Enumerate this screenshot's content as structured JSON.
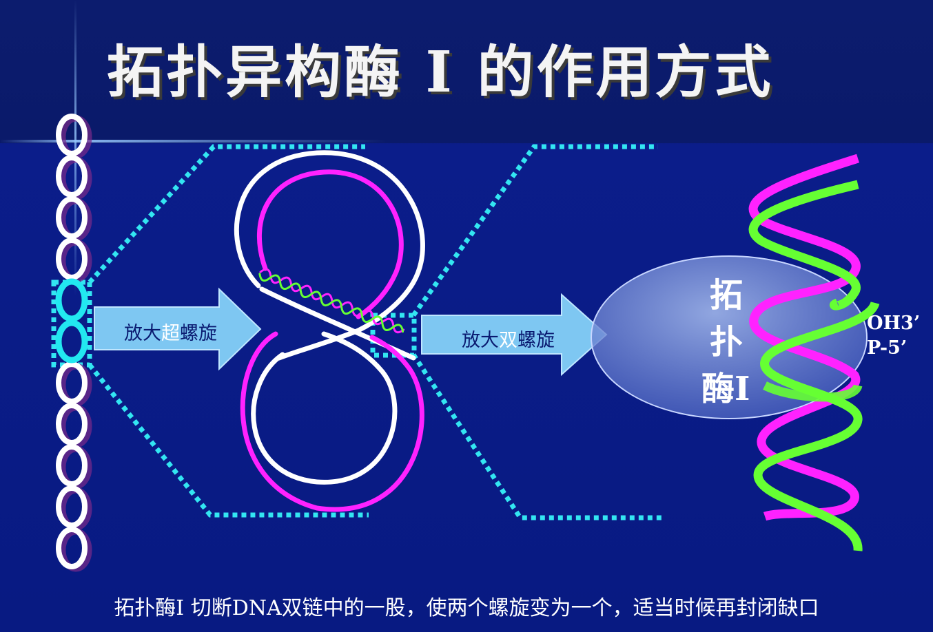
{
  "title": "拓扑异构酶 I 的作用方式",
  "arrows": {
    "supercoil": {
      "prefix": "放大",
      "highlight": "超",
      "suffix": "螺旋"
    },
    "double_helix": {
      "prefix": "放大",
      "highlight": "双",
      "suffix": "螺旋"
    }
  },
  "enzyme": {
    "lines": [
      "拓",
      "扑",
      "酶I"
    ]
  },
  "strand_ends": {
    "oh3": "OH3’",
    "p5": "P-5’"
  },
  "caption": "拓扑酶I 切断DNA双链中的一股，使两个螺旋变为一个，适当时候再封闭缺口",
  "colors": {
    "background": "#0a1a78",
    "dotted_outline": "#33e6f2",
    "arrow_fill": "#7ec7f2",
    "strand_white": "#ffffff",
    "strand_magenta": "#ff22ff",
    "strand_green": "#66ff33",
    "enzyme_fill": "#8ea4e0"
  }
}
